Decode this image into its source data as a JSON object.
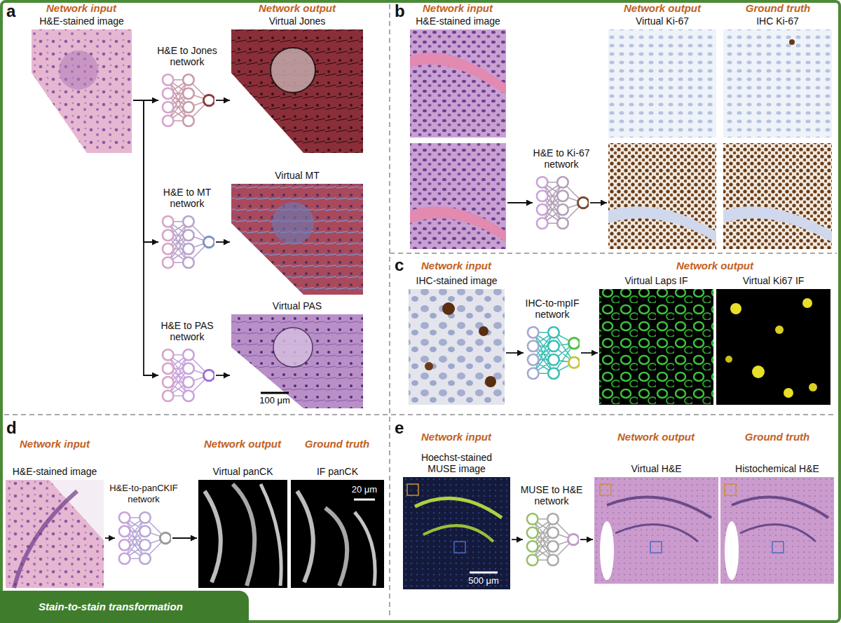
{
  "diagram": {
    "nodes": [
      {
        "text": [
          "H&E-stained image"
        ]
      },
      {
        "text": [
          "H&E to Jones network"
        ]
      },
      {
        "text": [
          "Virtual Jones"
        ]
      },
      {
        "text": [
          "H&E to MT network"
        ]
      },
      {
        "text": [
          "Virtual MT"
        ]
      },
      {
        "text": [
          "H&E to PAS network"
        ]
      },
      {
        "text": [
          "Virtual PAS"
        ]
      },
      {
        "text": [
          "H&E-stained image"
        ]
      },
      {
        "text": [
          "H&E to Ki-67 network"
        ]
      },
      {
        "text": [
          "Virtual Ki-67"
        ]
      },
      {
        "text": [
          "IHC Ki-67"
        ]
      },
      {
        "text": [
          "IHC-stained image"
        ]
      },
      {
        "text": [
          "IHC-to-mpIF network"
        ]
      },
      {
        "text": [
          "Virtual Laps IF"
        ]
      },
      {
        "text": [
          "Virtual Ki67 IF"
        ]
      },
      {
        "text": [
          "H&E-stained image"
        ]
      },
      {
        "text": [
          "H&E-to-panCKIF network"
        ]
      },
      {
        "text": [
          "Virtual panCK"
        ]
      },
      {
        "text": [
          "IF panCK"
        ]
      },
      {
        "text": [
          "Hoechst-stained MUSE image"
        ]
      },
      {
        "text": [
          "MUSE to H&E network"
        ]
      },
      {
        "text": [
          "Virtual H&E"
        ]
      },
      {
        "text": [
          "Histochemical H&E"
        ]
      },
      {
        "text": [
          "Stain-to-stain transformation"
        ]
      }
    ],
    "edges": [
      {
        "from": 0,
        "to": 1,
        "arrow": "to"
      },
      {
        "from": 0,
        "to": 3,
        "arrow": "to"
      },
      {
        "from": 0,
        "to": 5,
        "arrow": "to"
      },
      {
        "from": 1,
        "to": 2,
        "arrow": "to"
      },
      {
        "from": 3,
        "to": 4,
        "arrow": "to"
      },
      {
        "from": 5,
        "to": 6,
        "arrow": "to"
      },
      {
        "from": 7,
        "to": 8,
        "arrow": "to"
      },
      {
        "from": 8,
        "to": 9,
        "arrow": "to"
      },
      {
        "from": 11,
        "to": 12,
        "arrow": "to"
      },
      {
        "from": 12,
        "to": 13,
        "arrow": "to"
      },
      {
        "from": 15,
        "to": 16,
        "arrow": "to"
      },
      {
        "from": 16,
        "to": 17,
        "arrow": "to"
      },
      {
        "from": 19,
        "to": 20,
        "arrow": "to"
      },
      {
        "from": 20,
        "to": 21,
        "arrow": "to"
      }
    ],
    "labels": [
      "a",
      "Network input",
      "Network output",
      "100 μm",
      "b",
      "Network input",
      "Network output",
      "Ground truth",
      "c",
      "Network input",
      "Network output",
      "d",
      "Network input",
      "Network output",
      "Ground truth",
      "20 μm",
      "e",
      "Network input",
      "Network output",
      "Ground truth",
      "500 μm"
    ]
  }
}
